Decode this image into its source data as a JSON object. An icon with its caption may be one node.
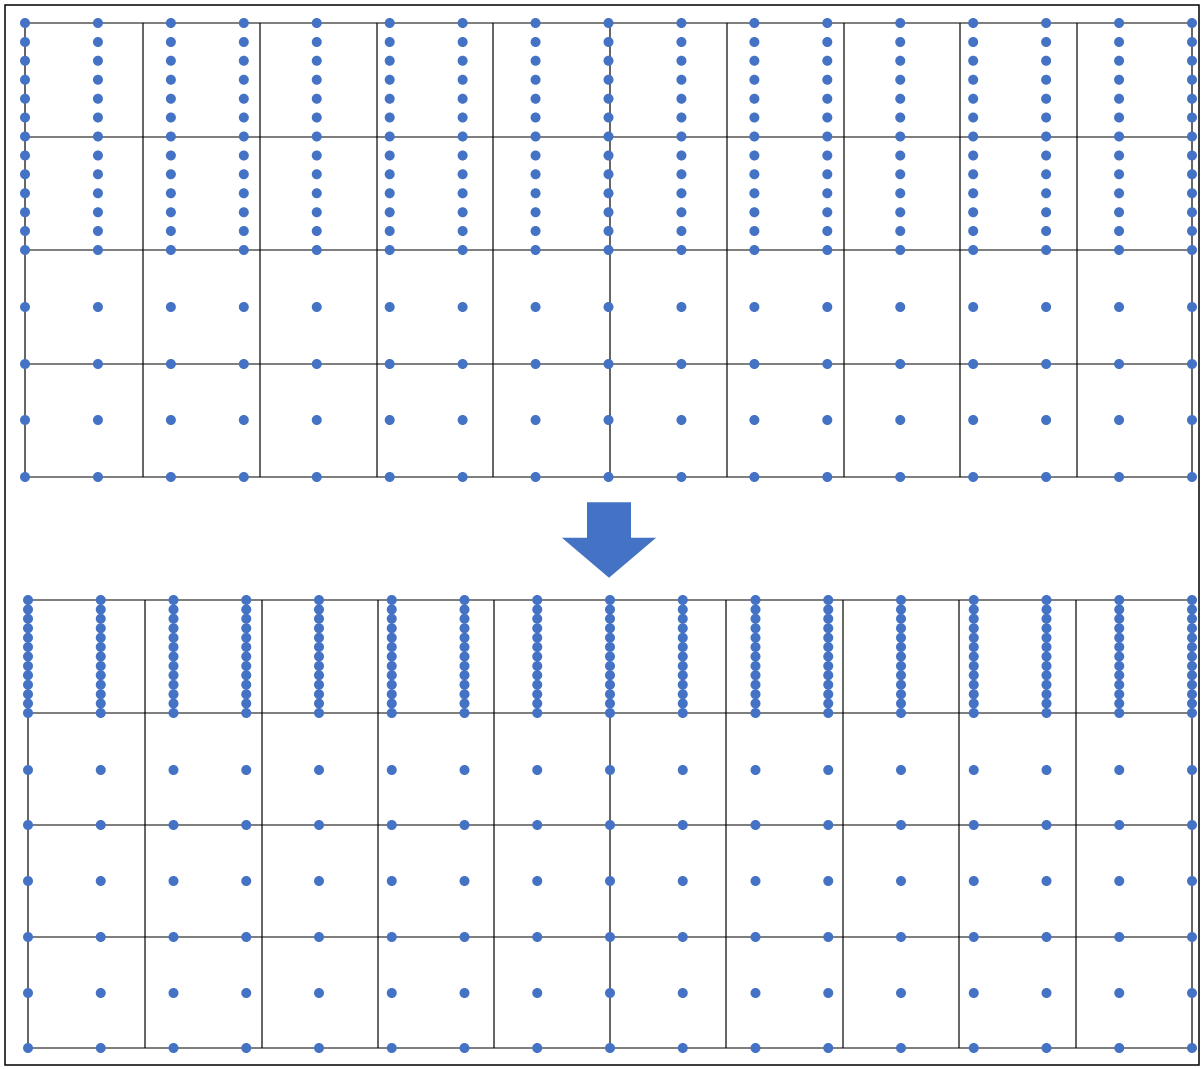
{
  "diagram": {
    "nodes": [
      {
        "text": [],
        "shape": "grid"
      },
      {
        "text": [],
        "shape": "grid"
      }
    ],
    "edges": [
      {
        "from": 0,
        "to": 1,
        "arrow": "to",
        "color": "#4472c4"
      }
    ]
  }
}
